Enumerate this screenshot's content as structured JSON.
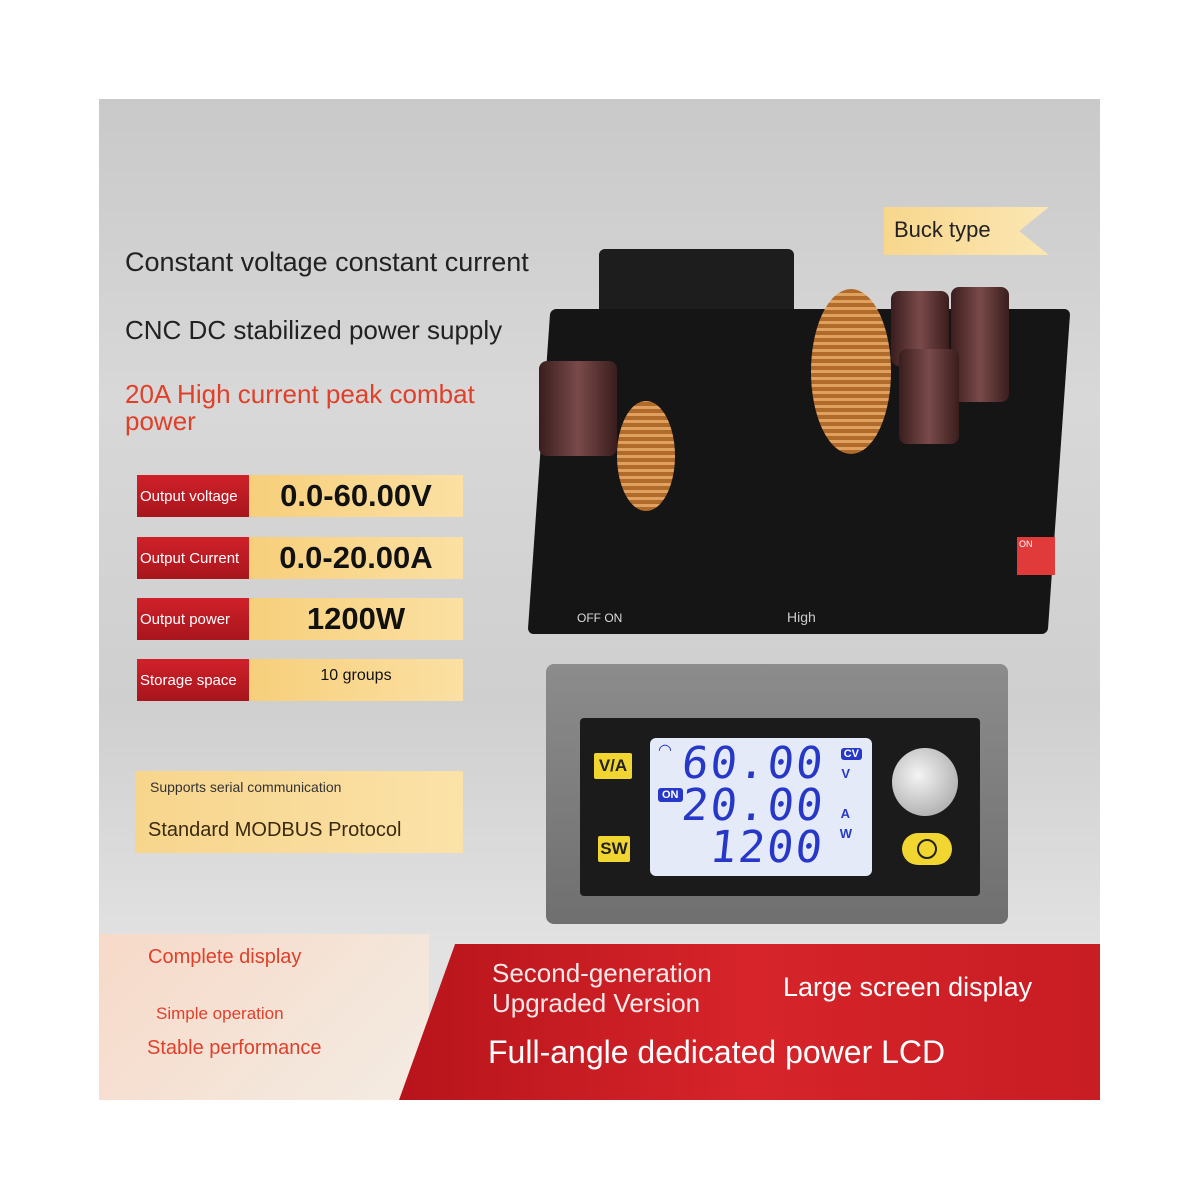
{
  "headlines": {
    "line1": "Constant voltage constant current",
    "line2": "CNC DC stabilized power supply",
    "line3": "20A High current peak combat power"
  },
  "badge": "Buck type",
  "specs": [
    {
      "label": "Output voltage",
      "value": "0.0-60.00V"
    },
    {
      "label": "Output Current",
      "value": "0.0-20.00A"
    },
    {
      "label": "Output power",
      "value": "1200W"
    },
    {
      "label": "Storage space",
      "value": "10 groups"
    }
  ],
  "serial": {
    "small": "Supports serial communication",
    "big": "Standard MODBUS Protocol"
  },
  "board": {
    "switch_label": "OFF ON",
    "dip_label": "ON",
    "high_label": "High"
  },
  "device": {
    "btn_va": "V/A",
    "btn_sw": "SW",
    "on_badge": "ON",
    "mode_badge": "CV",
    "voltage": "60.00",
    "voltage_unit": "V",
    "current": "20.00",
    "current_unit": "A",
    "power": "1200",
    "power_unit": "W"
  },
  "features": {
    "f1": "Complete display",
    "f2": "Simple operation",
    "f3": "Stable performance",
    "gen1": "Second-generation",
    "gen2": "Upgraded Version",
    "large": "Large screen display",
    "lcd": "Full-angle dedicated power LCD"
  },
  "colors": {
    "accent_red": "#d0212a",
    "gold": "#f7cf7a",
    "lcd_blue": "#2738c8"
  }
}
